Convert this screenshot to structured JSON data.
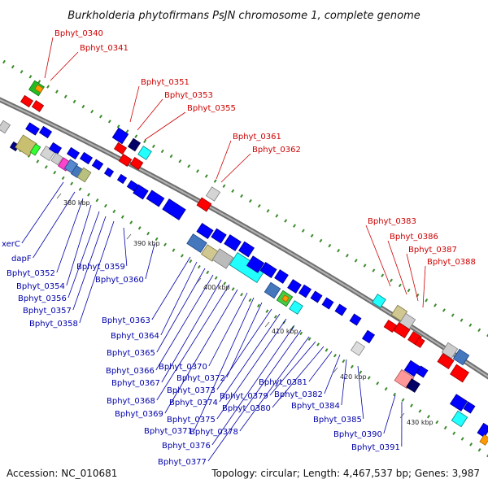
{
  "title": "Burkholderia phytofirmans PsJN chromosome 1, complete genome",
  "footer": {
    "accession": "Accession: NC_010681",
    "summary": "Topology: circular; Length: 4,467,537 bp; Genes: 3,987"
  },
  "colors": {
    "top_label": "#cc0000",
    "bottom_label": "#0000aa",
    "backbone": "#888888",
    "gc_dot": "#3a8a2a",
    "forward_gene": "#ff0000",
    "reverse_gene": "#0000ff"
  },
  "scale_ticks": [
    "380 kbp",
    "390 kbp",
    "400 kbp",
    "410 kbp",
    "420 kbp",
    "430 kbp"
  ],
  "top_labels": [
    "Bphyt_0340",
    "Bphyt_0341",
    "Bphyt_0351",
    "Bphyt_0353",
    "Bphyt_0355",
    "Bphyt_0361",
    "Bphyt_0362",
    "Bphyt_0383",
    "Bphyt_0386",
    "Bphyt_0387",
    "Bphyt_0388"
  ],
  "bottom_labels": [
    "xerC",
    "dapF",
    "Bphyt_0352",
    "Bphyt_0354",
    "Bphyt_0356",
    "Bphyt_0357",
    "Bphyt_0358",
    "Bphyt_0359",
    "Bphyt_0360",
    "Bphyt_0363",
    "Bphyt_0364",
    "Bphyt_0365",
    "Bphyt_0366",
    "Bphyt_0367",
    "Bphyt_0368",
    "Bphyt_0369",
    "Bphyt_0370",
    "Bphyt_0371",
    "Bphyt_0372",
    "Bphyt_0373",
    "Bphyt_0374",
    "Bphyt_0375",
    "Bphyt_0376",
    "Bphyt_0377",
    "Bphyt_0378",
    "Bphyt_0379",
    "Bphyt_0380",
    "Bphyt_0381",
    "Bphyt_0382",
    "Bphyt_0384",
    "Bphyt_0385",
    "Bphyt_0390",
    "Bphyt_0391"
  ]
}
